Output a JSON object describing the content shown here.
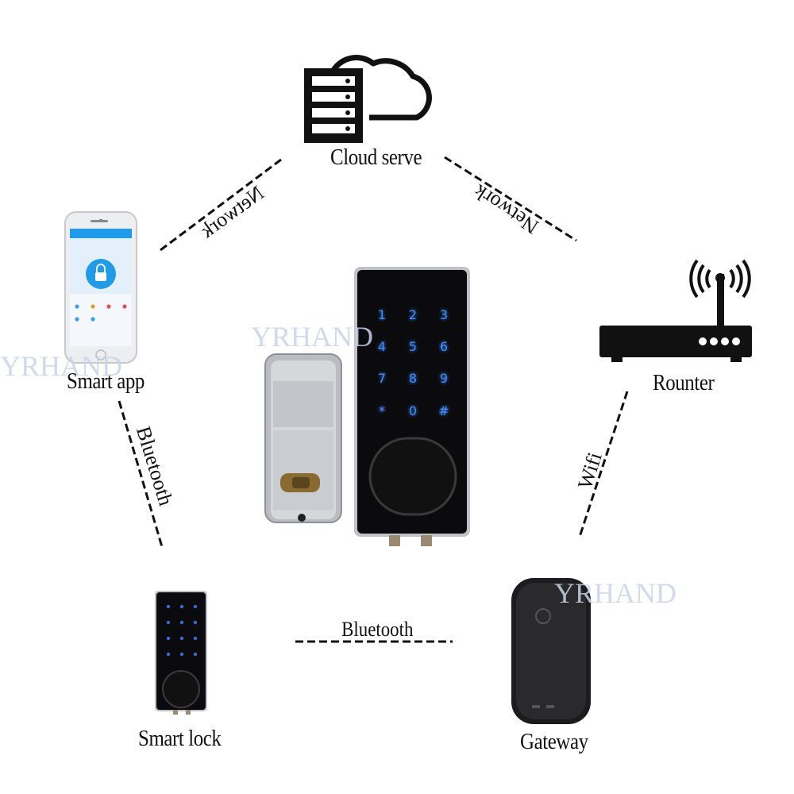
{
  "nodes": {
    "cloud": "Cloud serve",
    "app": "Smart app",
    "router": "Rounter",
    "lock": "Smart lock",
    "gateway": "Gateway"
  },
  "links": {
    "app_cloud": "Network",
    "cloud_router": "Network",
    "app_lock": "Bluetooth",
    "router_gateway": "Wifi",
    "lock_gateway": "Bluetooth"
  },
  "watermark": "YRHAND",
  "keypad": [
    "1",
    "2",
    "3",
    "4",
    "5",
    "6",
    "7",
    "8",
    "9",
    "*",
    "0",
    "#"
  ],
  "colors": {
    "keypad_glow": "#3f8cff",
    "app_blue": "#1e9bea",
    "ink": "#111111"
  }
}
